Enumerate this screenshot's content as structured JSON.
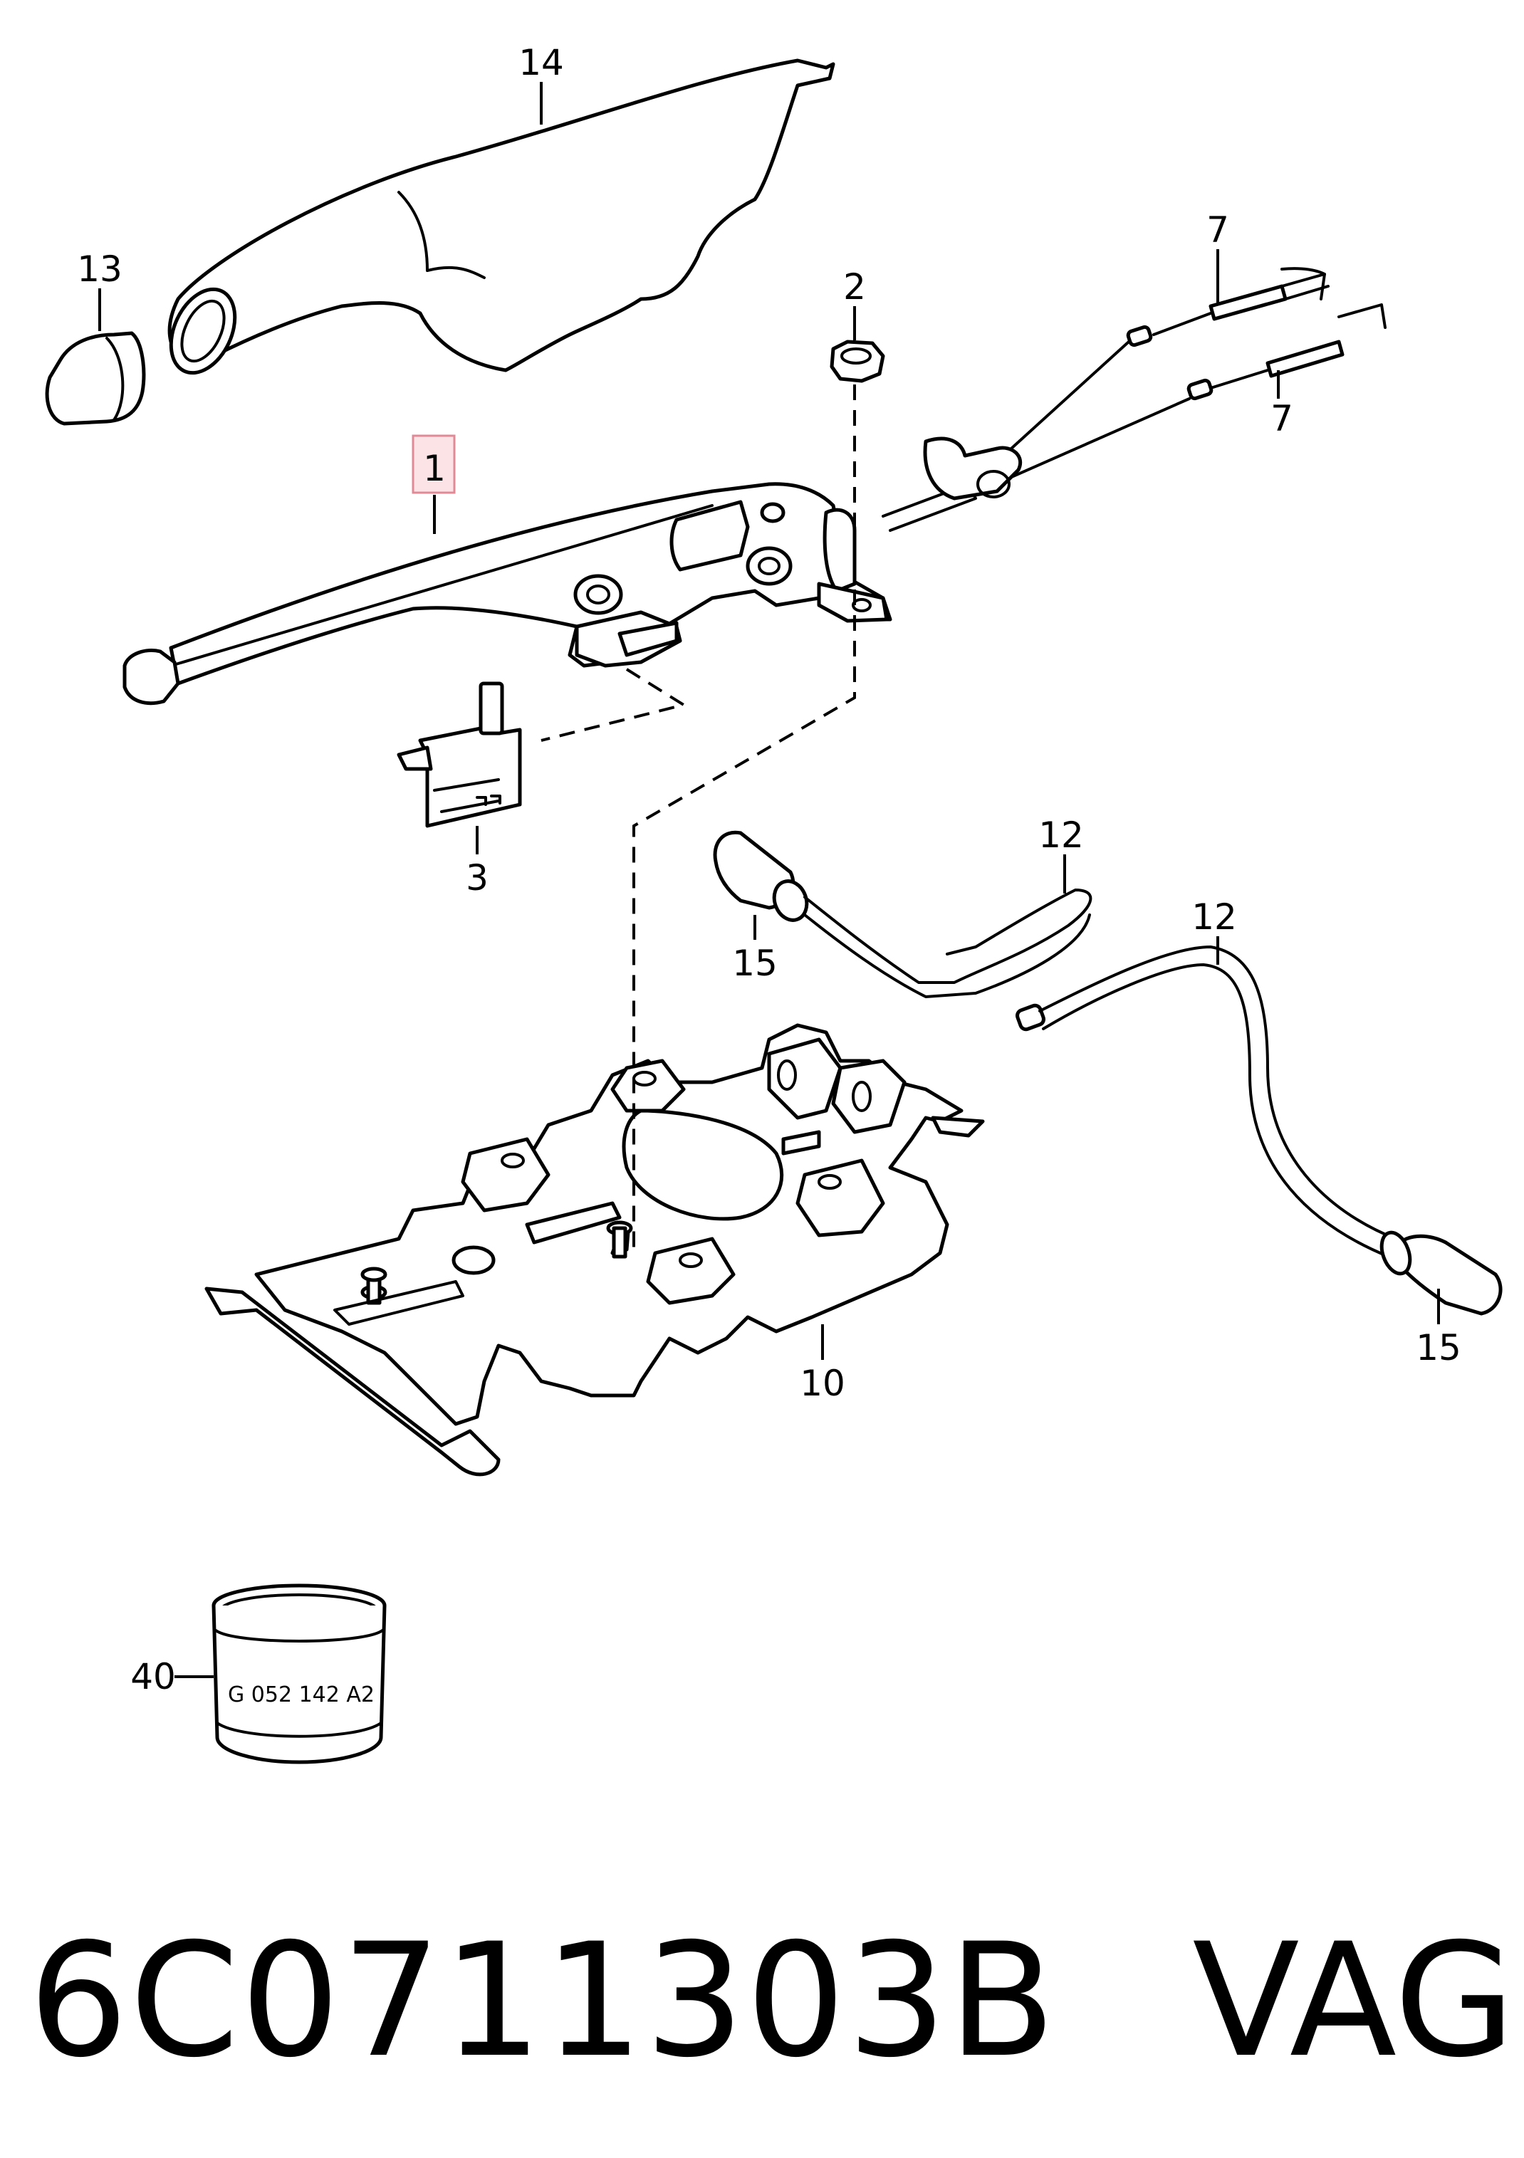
{
  "callouts": {
    "c14": "14",
    "c13": "13",
    "c2": "2",
    "c7a": "7",
    "c7b": "7",
    "c1": "1",
    "c3": "3",
    "c12a": "12",
    "c12b": "12",
    "c15a": "15",
    "c15b": "15",
    "c10": "10",
    "c40": "40"
  },
  "cup_marking": "G  052  142  A2",
  "footer": {
    "part_number": "6C0711303B",
    "brand": "VAG"
  },
  "colors": {
    "highlight_fill": "#fbe3e6",
    "highlight_border": "#e08a96"
  }
}
